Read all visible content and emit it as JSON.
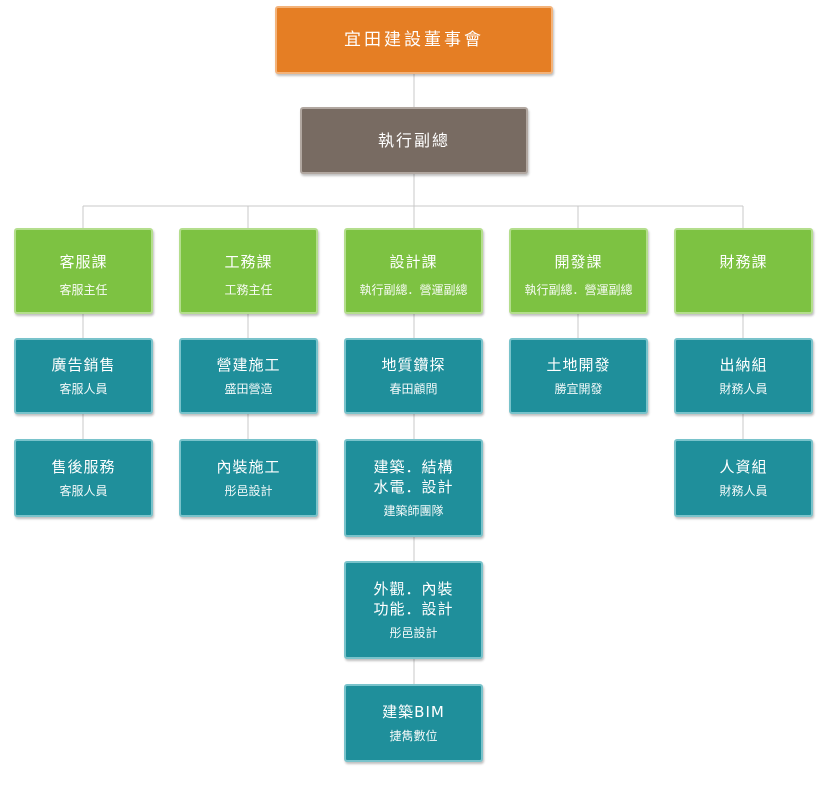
{
  "board": {
    "title": "宜田建設董事會"
  },
  "vp": {
    "title": "執行副總"
  },
  "departments": [
    {
      "title": "客服課",
      "subtitle": "客服主任",
      "units": [
        {
          "title": "廣告銷售",
          "subtitle": "客服人員"
        },
        {
          "title": "售後服務",
          "subtitle": "客服人員"
        }
      ]
    },
    {
      "title": "工務課",
      "subtitle": "工務主任",
      "units": [
        {
          "title": "營建施工",
          "subtitle": "盛田營造"
        },
        {
          "title": "內裝施工",
          "subtitle": "彤邑設計"
        }
      ]
    },
    {
      "title": "設計課",
      "subtitle": "執行副總．營運副總",
      "units": [
        {
          "title": "地質鑽探",
          "subtitle": "春田顧問"
        },
        {
          "title": "建築．結構\n水電．設計",
          "subtitle": "建築師團隊"
        },
        {
          "title": "外觀．內裝\n功能．設計",
          "subtitle": "彤邑設計"
        },
        {
          "title": "建築BIM",
          "subtitle": "捷雋數位"
        }
      ]
    },
    {
      "title": "開發課",
      "subtitle": "執行副總．營運副總",
      "units": [
        {
          "title": "土地開發",
          "subtitle": "勝宜開發"
        }
      ]
    },
    {
      "title": "財務課",
      "subtitle": "",
      "units": [
        {
          "title": "出納組",
          "subtitle": "財務人員"
        },
        {
          "title": "人資組",
          "subtitle": "財務人員"
        }
      ]
    }
  ],
  "colors": {
    "board": "#e57e24",
    "vp": "#786b62",
    "department": "#7dc242",
    "unit": "#1f8f9b",
    "connector": "#c8c8c8"
  }
}
